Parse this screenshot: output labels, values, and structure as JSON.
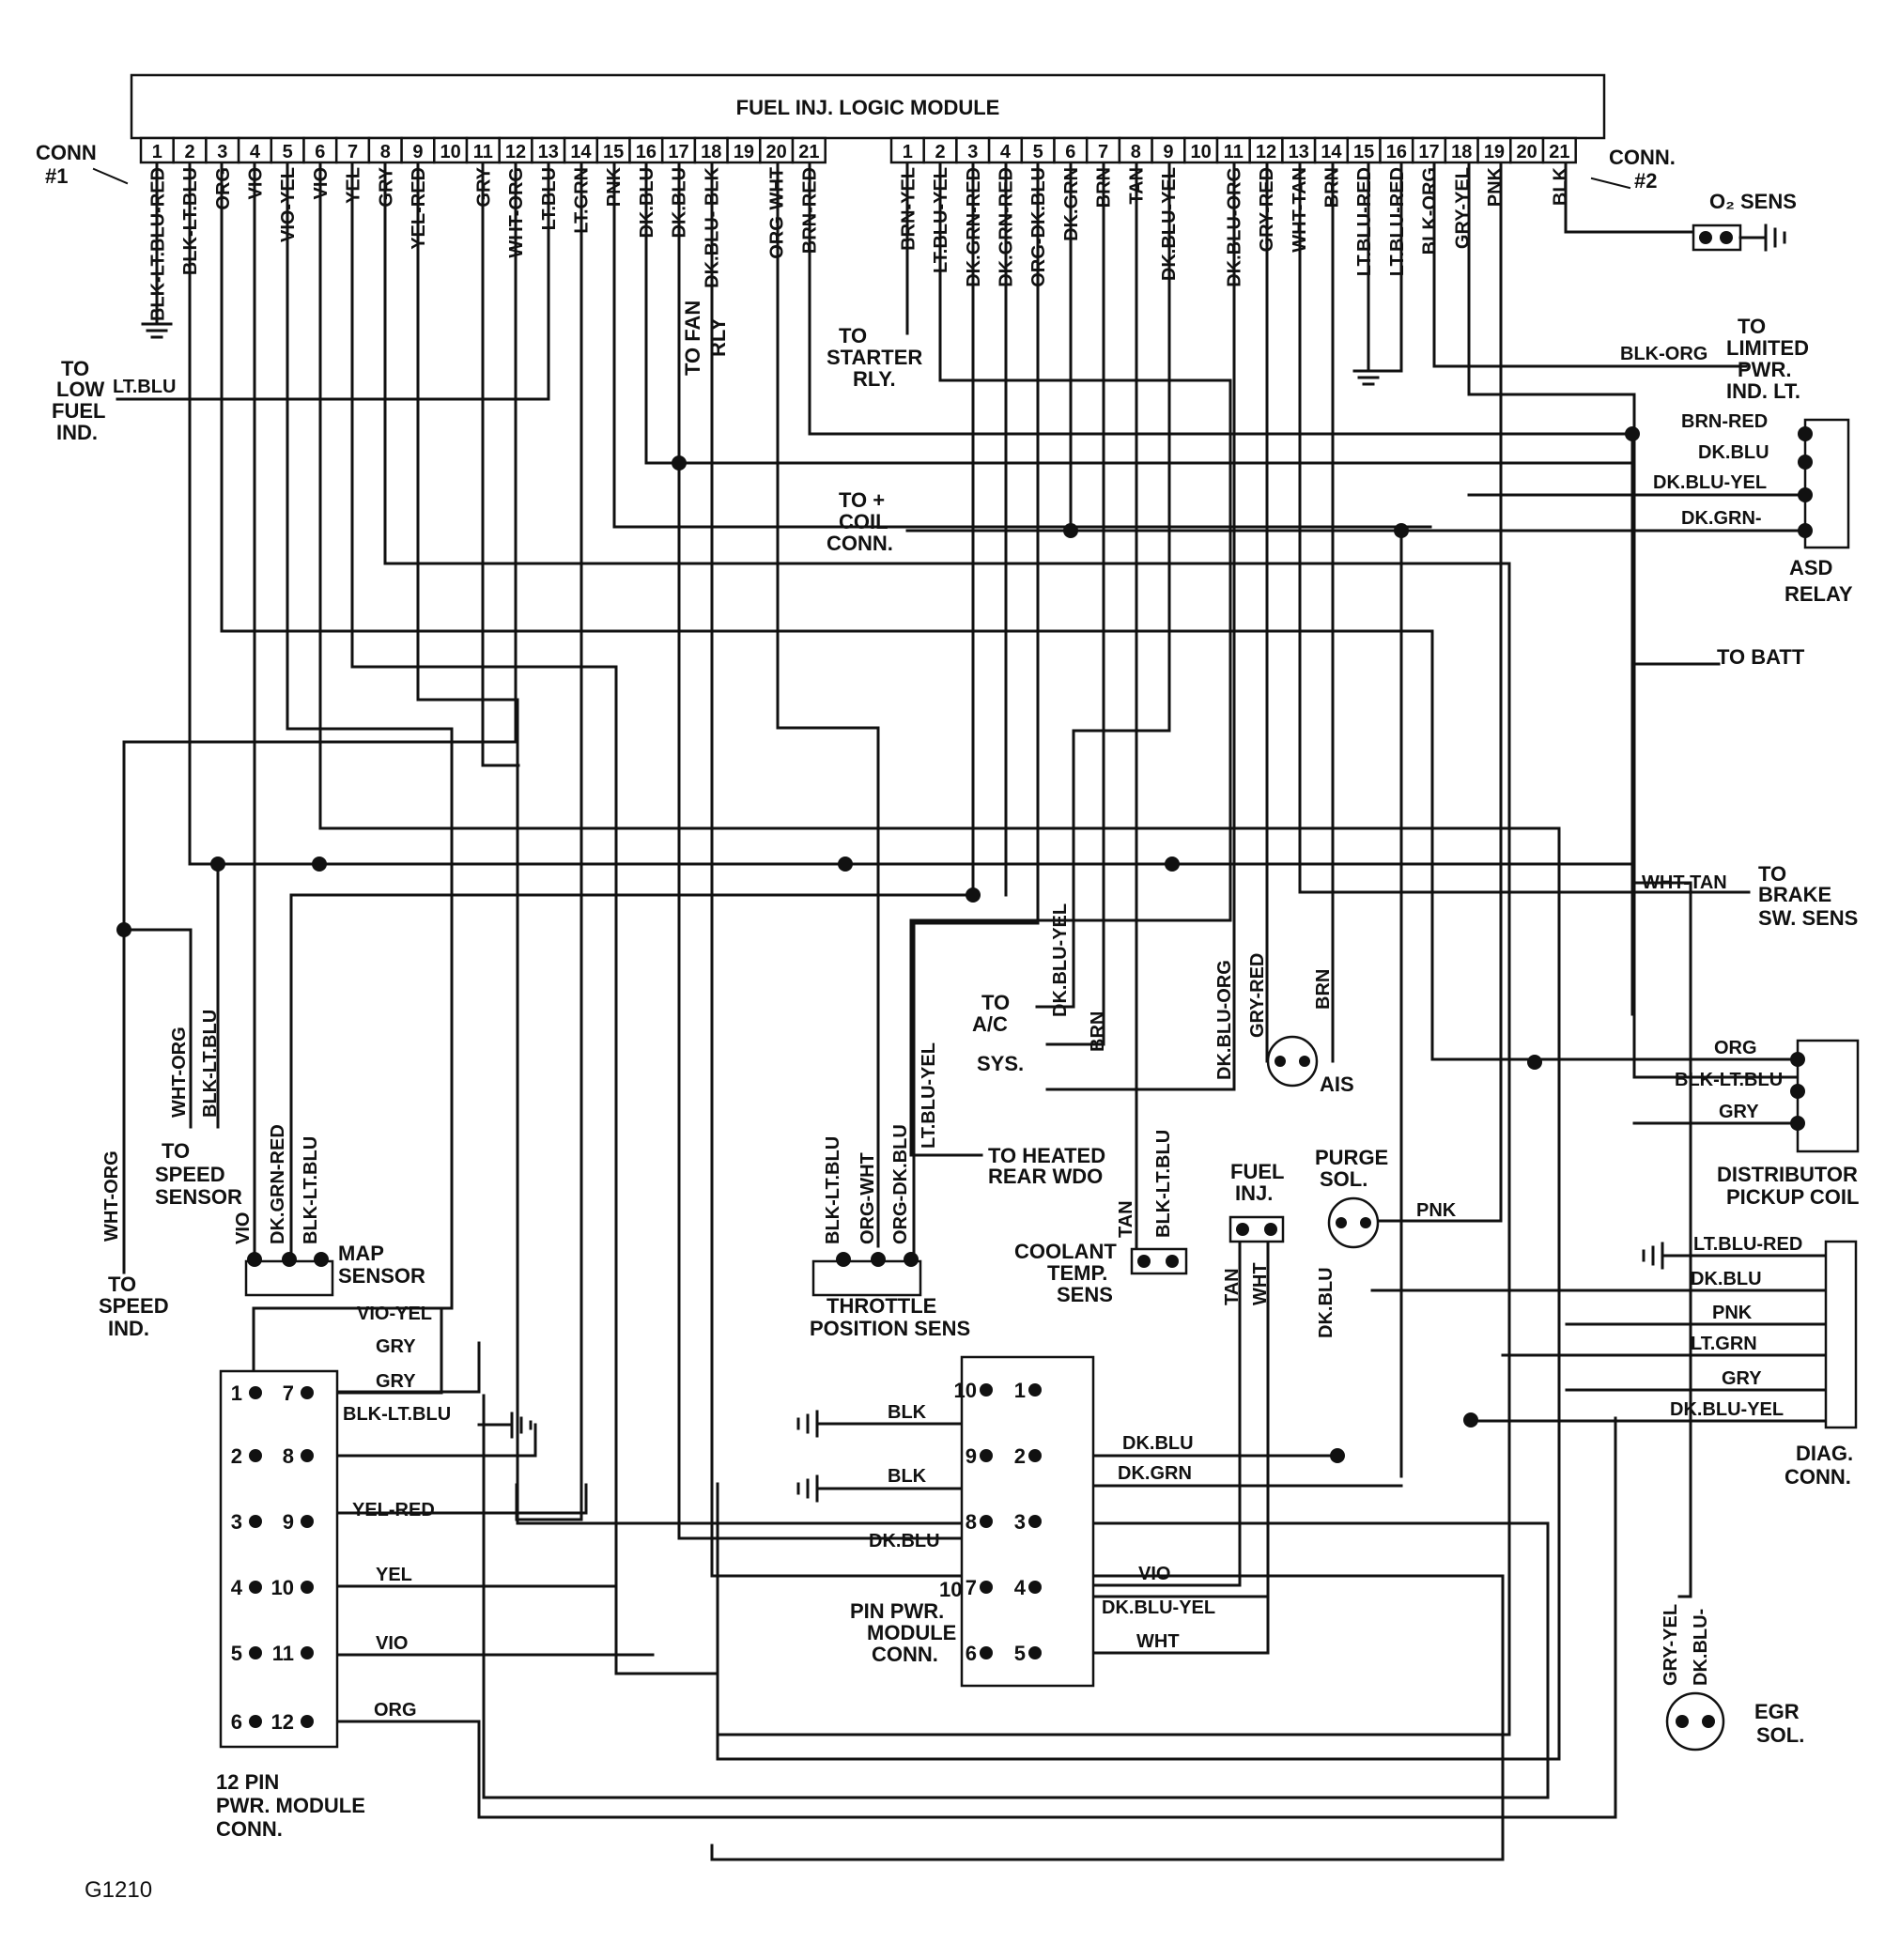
{
  "module": {
    "title": "FUEL INJ. LOGIC MODULE"
  },
  "conn1": {
    "label": "CONN\n# 1",
    "pins": [
      "1",
      "2",
      "3",
      "4",
      "5",
      "6",
      "7",
      "8",
      "9",
      "10",
      "11",
      "12",
      "13",
      "14",
      "15",
      "16",
      "17",
      "18",
      "19",
      "20",
      "21"
    ],
    "wires": [
      "BLK-LT.BLU-RED",
      "BLK-LT.BLU",
      "ORG",
      "VIO",
      "VIO-YEL",
      "VIO",
      "YEL",
      "GRY",
      "YEL-RED",
      "",
      "GRY",
      "WHT-ORG",
      "LT.BLU",
      "LT.GRN",
      "PNK",
      "DK.BLU",
      "DK.BLU",
      "DK.BLU- BLK",
      "",
      "ORG-WHT",
      "BRN-RED"
    ]
  },
  "conn2": {
    "label": "CONN.\n# 2",
    "pins": [
      "1",
      "2",
      "3",
      "4",
      "5",
      "6",
      "7",
      "8",
      "9",
      "10",
      "11",
      "12",
      "13",
      "14",
      "15",
      "16",
      "17",
      "18",
      "19",
      "20",
      "21"
    ],
    "wires": [
      "BRN-YEL",
      "LT.BLU-YEL",
      "DK.GRN-RED",
      "DK.GRN-RED",
      "ORG-DK.BLU",
      "DK.GRN",
      "BRN",
      "TAN",
      "DK.BLU-YEL",
      "",
      "DK.BLU-ORG",
      "GRY-RED",
      "WHT-TAN",
      "BRN",
      "LT.BLU-RED",
      "LT.BLU-RED",
      "BLK-ORG",
      "GRY-YEL",
      "PNK",
      "",
      "BLK"
    ]
  },
  "labels": {
    "o2_sens": "O₂ SENS",
    "to_limited": "TO\nLIMITED\nPWR.\nIND. LT.",
    "to_low_fuel": "TO\nLOW\nFUEL\nIND.",
    "to_fan": "TO FAN\nRLY",
    "to_starter": "TO\nSTARTER\nRLY.",
    "to_coil": "TO +\nCOIL\nCONN.",
    "asd_relay": "ASD\nRELAY",
    "to_batt": "TO BATT",
    "to_brake": "TO\nBRAKE\nSW. SENS",
    "to_ac": "TO\nA/C\nSYS.",
    "ais": "AIS",
    "distributor": "DISTRIBUTOR\nPICKUP COIL",
    "to_heated": "TO HEATED\nREAR WDO",
    "to_speed_sensor": "TO\nSPEED\nSENSOR",
    "to_speed_ind": "TO\nSPEED\nIND.",
    "map_sensor": "MAP\nSENSOR",
    "tps": "THROTTLE\nPOSITION SENS",
    "coolant": "COOLANT\nTEMP.\nSENS",
    "fuel_inj": "FUEL\nINJ.",
    "purge_sol": "PURGE\nSOL.",
    "diag_conn": "DIAG.\nCONN.",
    "ten_pin": "10\nPIN PWR.\nMODULE\nCONN.",
    "twelve_pin": "12 PIN\nPWR. MODULE\nCONN.",
    "egr_sol": "EGR\nSOL.",
    "figure_code": "G1210"
  },
  "wire_labels": {
    "lt_blu": "LT.BLU",
    "blk_org": "BLK-ORG",
    "brn_red": "BRN-RED",
    "dk_blu": "DK.BLU",
    "dk_blu_yel": "DK.BLU-YEL",
    "dk_grn": "DK.GRN-",
    "wht_tan": "WHT-TAN",
    "dk_blu_yel_v": "DK.BLU-YEL",
    "brn_v": "BRN",
    "dk_blu_org_v": "DK.BLU-ORG",
    "gry_red_v": "GRY-RED",
    "brn_v2": "BRN",
    "org": "ORG",
    "blk_lt_blu": "BLK-LT.BLU",
    "gry": "GRY",
    "lt_blu_yel_v": "LT.BLU-YEL",
    "wht_org_v": "WHT-ORG",
    "blk_lt_blu_v": "BLK-LT.BLU",
    "wht_org_v2": "WHT-ORG",
    "vio_v": "VIO",
    "dk_grn_red_v": "DK.GRN-RED",
    "blk_lt_blu_v2": "BLK-LT.BLU",
    "tps_blk_lt_blu": "BLK-LT.BLU",
    "tps_org_wht": "ORG-WHT",
    "tps_org_dk_blu": "ORG-DK.BLU",
    "tan_v": "TAN",
    "blk_lt_blu_v3": "BLK-LT.BLU",
    "tan_v2": "TAN",
    "wht_v": "WHT",
    "dk_blu_v": "DK.BLU",
    "pnk": "PNK",
    "diag_lt_blu_red": "LT.BLU-RED",
    "diag_dk_blu": "DK.BLU",
    "diag_pnk": "PNK",
    "diag_lt_grn": "LT.GRN",
    "diag_gry": "GRY",
    "diag_dk_blu_yel": "DK.BLU-YEL",
    "vio_yel": "VIO-YEL",
    "gry1": "GRY",
    "gry2": "GRY",
    "blk_lt_blu_h": "BLK-LT.BLU",
    "yel_red": "YEL-RED",
    "yel": "YEL",
    "vio": "VIO",
    "org_h": "ORG",
    "blk1": "BLK",
    "blk2": "BLK",
    "dk_blu_10": "DK.BLU",
    "dk_grn_10": "DK.GRN",
    "dk_blu_10b": "DK.BLU",
    "vio_10": "VIO",
    "dk_blu_yel_10": "DK.BLU-YEL",
    "wht_10": "WHT",
    "gry_yel_v": "GRY-YEL",
    "dk_blu_egr_v": "DK.BLU-"
  },
  "ten_pin_pins": [
    "10",
    "1",
    "9",
    "2",
    "8",
    "3",
    "7",
    "4",
    "6",
    "5"
  ],
  "twelve_pin_pins": [
    "1",
    "7",
    "2",
    "8",
    "3",
    "9",
    "4",
    "10",
    "5",
    "11",
    "6",
    "12"
  ]
}
